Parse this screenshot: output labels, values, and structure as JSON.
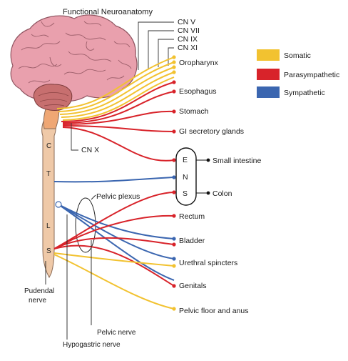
{
  "title": "Functional Neuroanatomy",
  "colors": {
    "somatic": "#f2c230",
    "parasympathetic": "#d8232a",
    "sympathetic": "#3b66b0",
    "brain": "#e9a0ad",
    "cerebellum": "#c76f6f",
    "cord": "#efc9a8"
  },
  "legend": [
    {
      "label": "Somatic",
      "color": "#f2c230"
    },
    {
      "label": "Parasympathetic",
      "color": "#d8232a"
    },
    {
      "label": "Sympathetic",
      "color": "#3b66b0"
    }
  ],
  "cranial_nerves": [
    "CN V",
    "CN VII",
    "CN IX",
    "CN XI"
  ],
  "cn_x": "CN X",
  "cord_segments": [
    "C",
    "T",
    "L",
    "S"
  ],
  "targets": {
    "oropharynx": "Oropharynx",
    "esophagus": "Esophagus",
    "stomach": "Stomach",
    "gi": "GI secretory glands",
    "small_intestine": "Small intestine",
    "colon": "Colon",
    "rectum": "Rectum",
    "bladder": "Bladder",
    "urethral": "Urethral spincters",
    "genitals": "Genitals",
    "pelvic_floor": "Pelvic floor and anus"
  },
  "ens_letters": [
    "E",
    "N",
    "S"
  ],
  "labels": {
    "pelvic_plexus": "Pelvic plexus",
    "pudendal_1": "Pudendal",
    "pudendal_2": "nerve",
    "pelvic_nerve": "Pelvic nerve",
    "hypogastric": "Hypogastric nerve"
  }
}
